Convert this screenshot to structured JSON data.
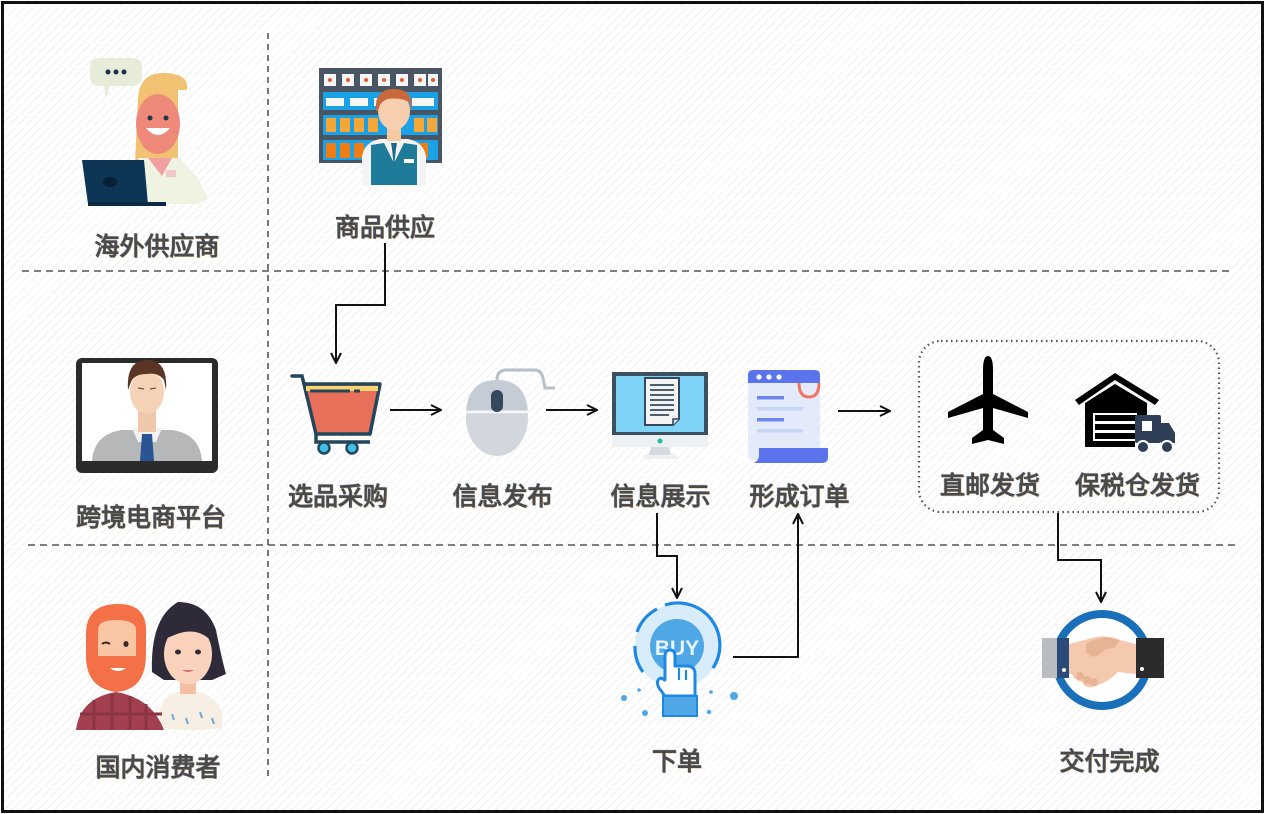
{
  "diagram": {
    "title": "跨境电商业务流程",
    "lanes": [
      {
        "id": "supplier",
        "label": "海外供应商",
        "icon": "woman-with-laptop-icon"
      },
      {
        "id": "platform",
        "label": "跨境电商平台",
        "icon": "man-on-monitor-icon"
      },
      {
        "id": "consumer",
        "label": "国内消费者",
        "icon": "couple-avatar-icon"
      }
    ],
    "steps": {
      "supply": {
        "label": "商品供应",
        "icon": "shop-clerk-shelf-icon"
      },
      "purchase": {
        "label": "选品采购",
        "icon": "shopping-cart-icon"
      },
      "publish": {
        "label": "信息发布",
        "icon": "computer-mouse-icon"
      },
      "display": {
        "label": "信息展示",
        "icon": "monitor-document-icon"
      },
      "order": {
        "label": "形成订单",
        "icon": "order-scroll-icon"
      },
      "direct_ship": {
        "label": "直邮发货",
        "icon": "airplane-icon"
      },
      "bonded_ship": {
        "label": "保税仓发货",
        "icon": "warehouse-truck-icon"
      },
      "place_order": {
        "label": "下单",
        "icon": "buy-button-hand-icon",
        "button_text": "BUY"
      },
      "delivered": {
        "label": "交付完成",
        "icon": "handshake-icon"
      }
    },
    "flow": [
      [
        "商品供应",
        "选品采购"
      ],
      [
        "选品采购",
        "信息发布"
      ],
      [
        "信息发布",
        "信息展示"
      ],
      [
        "信息展示",
        "下单"
      ],
      [
        "下单",
        "形成订单"
      ],
      [
        "形成订单",
        "直邮发货 / 保税仓发货"
      ],
      [
        "直邮发货 / 保税仓发货",
        "交付完成"
      ]
    ]
  }
}
